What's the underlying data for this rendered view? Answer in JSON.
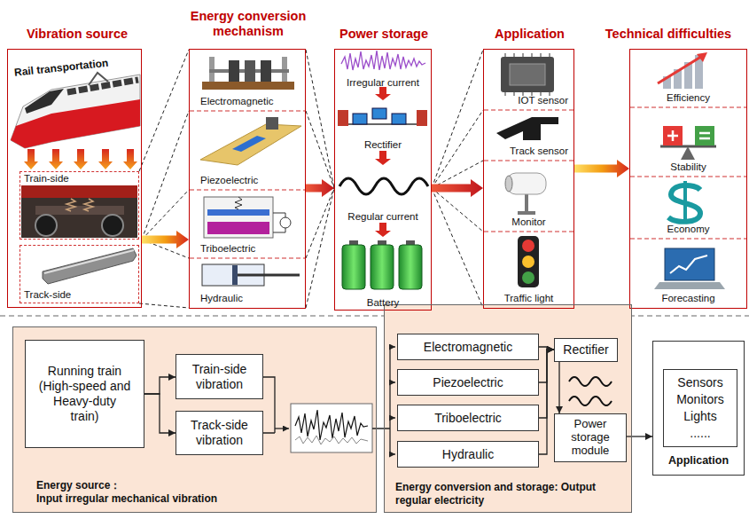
{
  "diagram": {
    "nodes": [
      {
        "text": [
          "Vibration source"
        ]
      },
      {
        "text": [
          "Train-side"
        ],
        "in": 0
      },
      {
        "text": [
          "Track-side"
        ],
        "in": 0
      },
      {
        "text": [
          "Energy conversion mechanism"
        ]
      },
      {
        "text": [
          "Electromagnetic"
        ],
        "in": 3
      },
      {
        "text": [
          "Piezoelectric"
        ],
        "in": 3
      },
      {
        "text": [
          "Triboelectric"
        ],
        "in": 3
      },
      {
        "text": [
          "Hydraulic"
        ],
        "in": 3
      },
      {
        "text": [
          "Power storage"
        ]
      },
      {
        "text": [
          "Application"
        ]
      },
      {
        "text": [
          "IOT sensor"
        ],
        "in": 9
      },
      {
        "text": [
          "Track sensor"
        ],
        "in": 9
      },
      {
        "text": [
          "Monitor"
        ],
        "in": 9
      },
      {
        "text": [
          "Traffic light"
        ],
        "in": 9
      },
      {
        "text": [
          "Technical difficulties"
        ]
      },
      {
        "text": [
          "Efficiency"
        ],
        "in": 14
      },
      {
        "text": [
          "Stability"
        ],
        "in": 14
      },
      {
        "text": [
          "Economy"
        ],
        "in": 14
      },
      {
        "text": [
          "Forecasting"
        ],
        "in": 14
      },
      {
        "text": [
          "Energy source：",
          "Input irregular mechanical vibration"
        ]
      },
      {
        "text": [
          "Running train (High-speed and Heavy-duty train)"
        ],
        "in": 19
      },
      {
        "text": [
          "Train-side vibration"
        ],
        "in": 19
      },
      {
        "text": [
          "Track-side vibration"
        ],
        "in": 19
      },
      {
        "text": [
          "Energy conversion and storage: Output regular electricity"
        ]
      },
      {
        "text": [
          "Electromagnetic"
        ],
        "in": 23
      },
      {
        "text": [
          "Piezoelectric"
        ],
        "in": 23
      },
      {
        "text": [
          "Triboelectric"
        ],
        "in": 23
      },
      {
        "text": [
          "Hydraulic"
        ],
        "in": 23
      },
      {
        "text": [
          "Rectifier"
        ],
        "in": 23
      },
      {
        "text": [
          "Power storage module"
        ],
        "in": 23
      },
      {
        "text": [
          "Application"
        ]
      },
      {
        "text": [
          "Sensors Monitors Lights ......"
        ],
        "in": 30
      }
    ],
    "edges": [
      {
        "from": 0,
        "to": 3,
        "arrow": "to"
      },
      {
        "from": 3,
        "to": 8,
        "arrow": "to"
      },
      {
        "from": 8,
        "to": 9,
        "arrow": "to"
      },
      {
        "from": 9,
        "to": 14,
        "arrow": "to"
      },
      {
        "from": 20,
        "to": 21,
        "arrow": "to"
      },
      {
        "from": 20,
        "to": 22,
        "arrow": "to"
      },
      {
        "from": 24,
        "to": 28,
        "arrow": "to"
      },
      {
        "from": 25,
        "to": 28,
        "arrow": "to"
      },
      {
        "from": 26,
        "to": 28,
        "arrow": "to"
      },
      {
        "from": 27,
        "to": 28,
        "arrow": "to"
      },
      {
        "from": 28,
        "to": 29,
        "arrow": "to"
      },
      {
        "from": 29,
        "to": 30,
        "arrow": "to"
      }
    ],
    "labels": [
      "Rail transportation",
      "Irregular current",
      "Rectifier",
      "Regular current",
      "Battery"
    ]
  }
}
